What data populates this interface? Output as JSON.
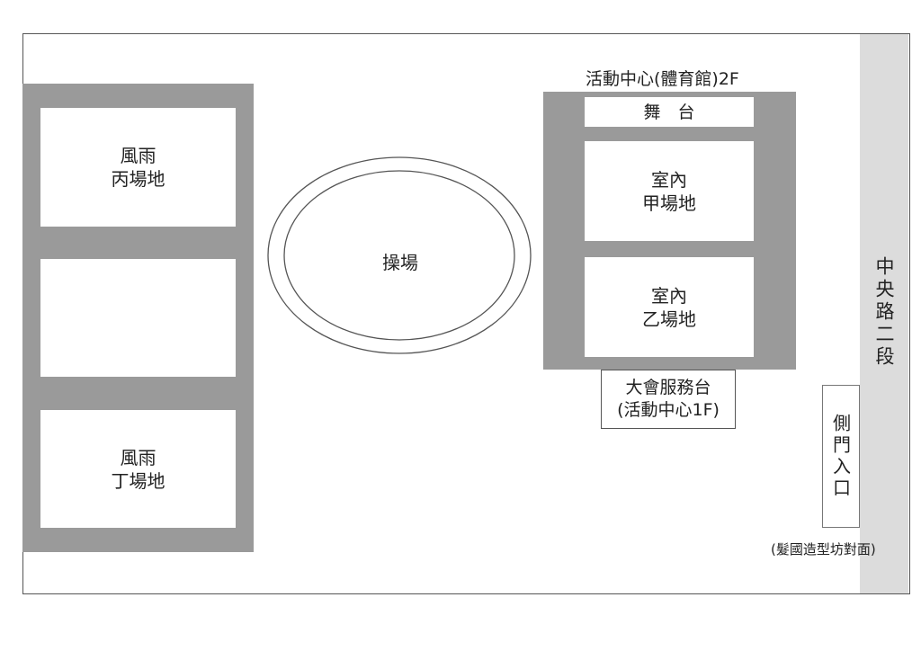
{
  "map": {
    "road_label": "中央路二段",
    "outdoor_courts": {
      "court_c": "風雨\n丙場地",
      "court_unlabeled": "",
      "court_d": "風雨\n丁場地"
    },
    "playground": {
      "label": "操場"
    },
    "activity_center": {
      "title": "活動中心(體育館)2F",
      "stage": "舞　台",
      "court_a": "室內\n甲場地",
      "court_b": "室內\n乙場地"
    },
    "service_desk": {
      "line1": "大會服務台",
      "line2": "(活動中心1F)"
    },
    "side_gate": "側門入口",
    "side_gate_note": "(髮國造型坊對面)"
  },
  "colors": {
    "block_gray": "#9a9a9a",
    "road_gray": "#dcdcdc",
    "border": "#555555"
  }
}
